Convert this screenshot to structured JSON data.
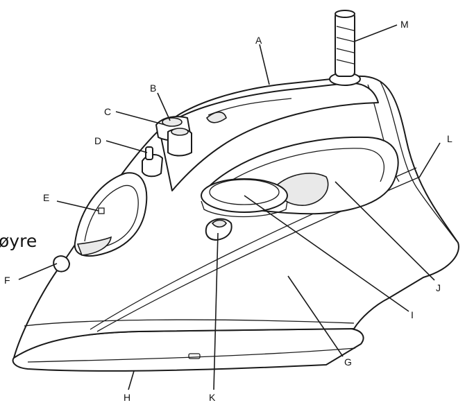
{
  "side_word": "øyre",
  "labels": {
    "A": "A",
    "B": "B",
    "C": "C",
    "D": "D",
    "E": "E",
    "F": "F",
    "G": "G",
    "H": "H",
    "I": "I",
    "J": "J",
    "K": "K",
    "L": "L",
    "M": "M"
  },
  "colors": {
    "line": "#1a1a1a",
    "fill": "#ffffff",
    "shade": "#e9e9e9"
  }
}
